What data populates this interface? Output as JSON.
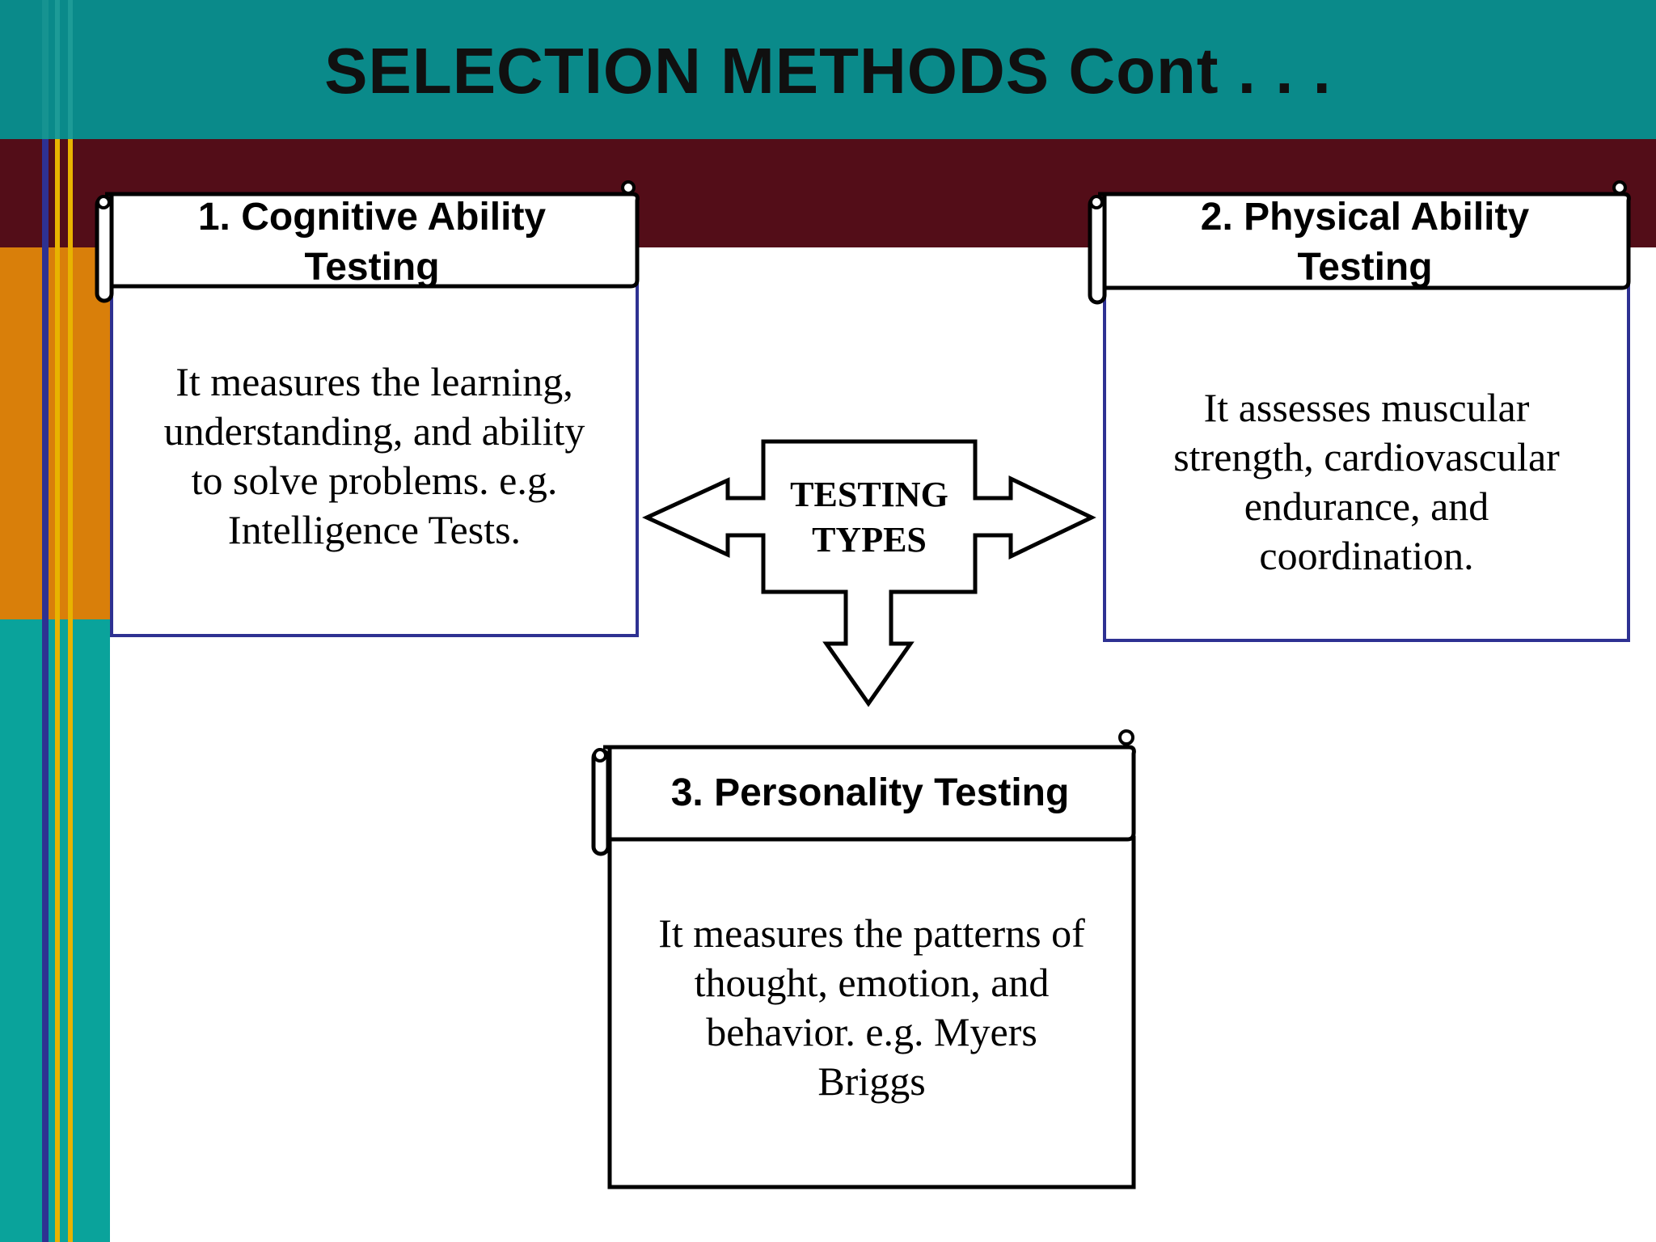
{
  "slide": {
    "title": "SELECTION METHODS Cont . . ."
  },
  "theme": {
    "teal": "#0a8a8a",
    "maroon": "#530d18",
    "orange": "#d97f0a",
    "navy": "#2e3192",
    "gold": "#e8b300"
  },
  "diagram": {
    "center": {
      "label_line1": "TESTING",
      "label_line2": "TYPES"
    },
    "boxes": [
      {
        "heading_line1": "1. Cognitive Ability",
        "heading_line2": "Testing",
        "body_lines": [
          "It measures the learning,",
          "understanding, and ability",
          "to solve problems. e.g.",
          "Intelligence Tests."
        ]
      },
      {
        "heading_line1": "2. Physical Ability",
        "heading_line2": "Testing",
        "body_lines": [
          "It assesses muscular",
          "strength, cardiovascular",
          "endurance, and",
          "coordination."
        ]
      },
      {
        "heading_line1": "3. Personality Testing",
        "body_lines": [
          "It measures the patterns of",
          "thought, emotion, and",
          "behavior. e.g. Myers",
          "Briggs"
        ]
      }
    ]
  }
}
